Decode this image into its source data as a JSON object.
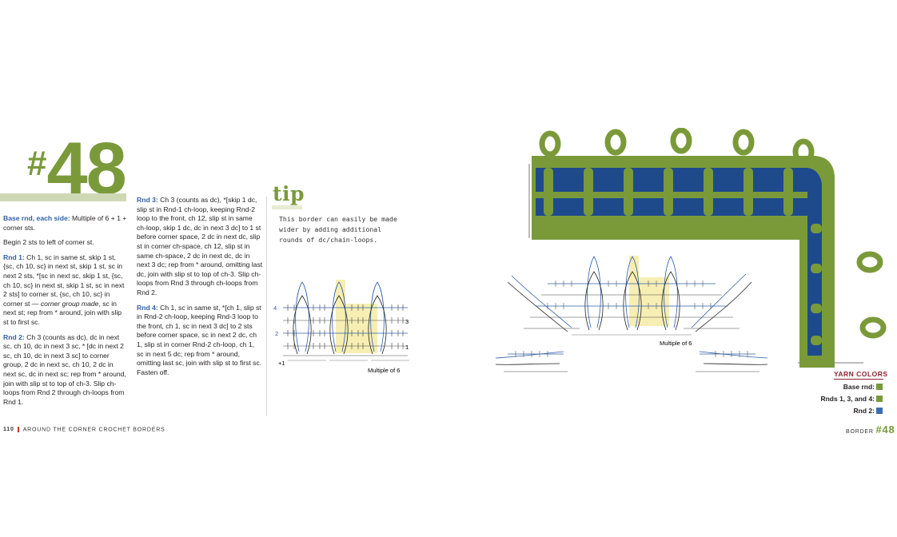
{
  "pattern": {
    "hash": "#",
    "number": "48"
  },
  "base_rnd": {
    "label": "Base rnd, each side:",
    "text": " Multiple of 6 + 1 + corner sts."
  },
  "begin": "Begin 2 sts to left of corner st.",
  "rnd1": {
    "label": "Rnd 1:",
    "text_a": " Ch 1, sc in same st, skip 1 st, {sc, ch 10, sc} in next st, skip 1 st, sc in next 2 sts, *[sc in next sc, skip 1 st, {sc, ch 10, sc} in next st, skip 1 st, sc in next 2 sts] to corner st, {sc, ch 10, sc} in corner st — ",
    "em": "corner group made",
    "text_b": ", sc in next st; rep from * around, join with slip st to first sc."
  },
  "rnd2": {
    "label": "Rnd 2:",
    "text": " Ch 3 (counts as dc), dc in next sc, ch 10, dc in next 3 sc, * [dc in next 2 sc, ch 10, dc in next 3 sc] to corner group, 2 dc in next sc, ch 10, 2 dc in next sc, dc in next sc; rep from * around, join with slip st to top of ch-3. Slip ch-loops from Rnd 2 through ch-loops from Rnd 1."
  },
  "rnd3": {
    "label": "Rnd 3:",
    "text": " Ch 3 (counts as dc), *[skip 1 dc, slip st in Rnd-1 ch-loop, keeping Rnd-2 loop to the front, ch 12, slip st in same ch-loop, skip 1 dc, dc in next 3 dc] to 1 st before corner space, 2 dc in next dc, slip st in corner ch-space, ch 12, slip st in same ch-space, 2 dc in next dc, dc in next 3 dc; rep from * around, omitting last dc, join with slip st to top of ch-3. Slip ch-loops from Rnd 3 through ch-loops from Rnd 2."
  },
  "rnd4": {
    "label": "Rnd 4:",
    "text": " Ch 1, sc in same st, *[ch 1, slip st in Rnd-2 ch-loop, keeping Rnd-3 loop to the front, ch 1, sc in next 3 dc] to 2 sts before corner space, sc in next 2 dc, ch 1, slip st in corner Rnd-2 ch-loop, ch 1, sc in next 5 dc; rep from * around, omitting last sc, join with slip st to first sc. Fasten off."
  },
  "tip": {
    "title": "tip",
    "text": "This border can easily be made wider by adding additional rounds of dc/chain-loops."
  },
  "chart_small": {
    "caption": "Multiple of 6",
    "row_labels": [
      "4",
      "3",
      "2",
      "1",
      "+1"
    ]
  },
  "chart_large": {
    "caption": "Multiple of 6"
  },
  "legend": {
    "title": "YARN COLORS",
    "rows": [
      {
        "label": "Base rnd:",
        "color": "#7a9a3a"
      },
      {
        "label": "Rnds 1, 3, and 4:",
        "color": "#7a9a3a"
      },
      {
        "label": "Rnd 2:",
        "color": "#3d6bb3"
      }
    ]
  },
  "footer_left": {
    "page": "110",
    "title": "AROUND THE CORNER CROCHET BORDERS"
  },
  "footer_right": {
    "label": "BORDER",
    "hash": "#",
    "number": "48"
  },
  "colors": {
    "green": "#7a9a3a",
    "blue": "#2f5fa8",
    "dark_blue": "#1e4a8c",
    "highlight": "#f7eeb3"
  }
}
